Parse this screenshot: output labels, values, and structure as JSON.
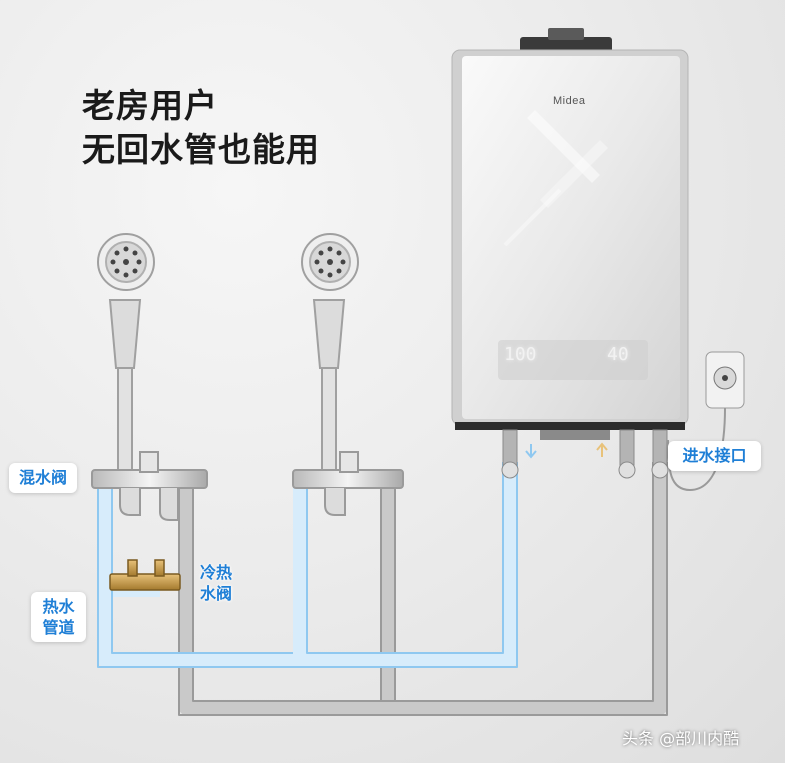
{
  "headline": {
    "line1": "老房用户",
    "line2": "无回水管也能用"
  },
  "labels": {
    "mixing_valve": "混水阀",
    "hot_pipe_line1": "热水",
    "hot_pipe_line2": "管道",
    "cold_hot_valve_line1": "冷热",
    "cold_hot_valve_line2": "水阀",
    "water_inlet": "进水接口"
  },
  "heater": {
    "brand": "Midea",
    "display_left": "100",
    "display_right": "40"
  },
  "watermark": "头条 @部川内酷",
  "colors": {
    "accent_blue": "#1f7fd6",
    "hot_pipe_blue": "#8fc8f0",
    "pipe_gray": "#9a9a9a"
  }
}
